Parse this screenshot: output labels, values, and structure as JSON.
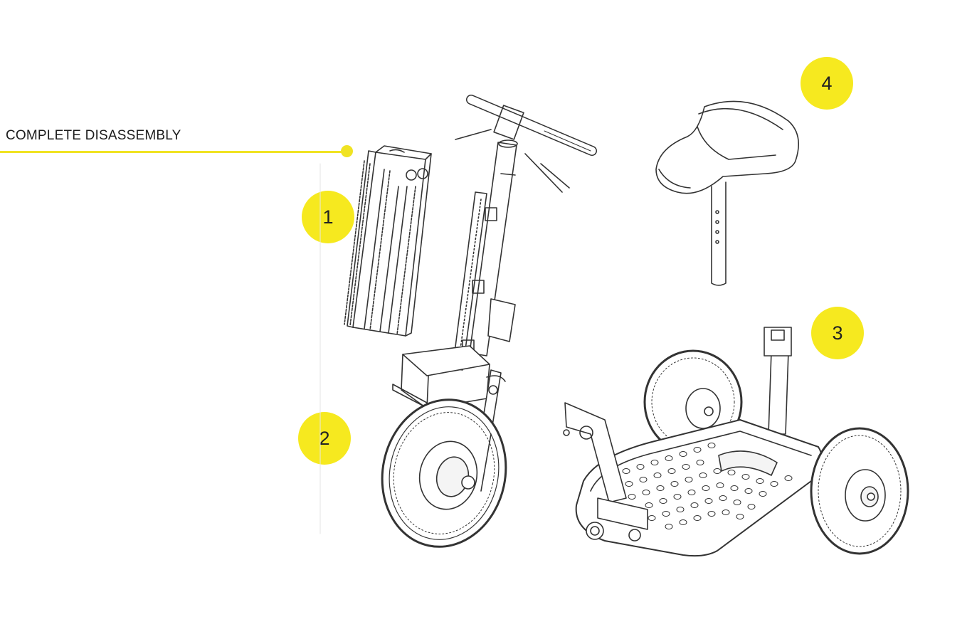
{
  "title": "COMPLETE DISASSEMBLY",
  "accent_color": "#f6e91f",
  "parts": [
    {
      "number": "1",
      "part": "battery"
    },
    {
      "number": "2",
      "part": "steering-column-and-front-wheel"
    },
    {
      "number": "3",
      "part": "base-frame-with-rear-wheels"
    },
    {
      "number": "4",
      "part": "seat"
    }
  ]
}
